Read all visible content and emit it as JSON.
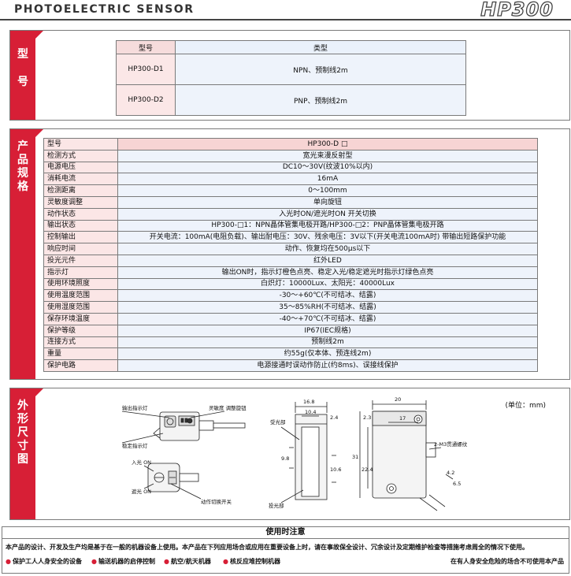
{
  "header": {
    "brand": "PHOTOELECTRIC SENSOR",
    "model": "HP300"
  },
  "sections": {
    "type": {
      "tab": [
        "型",
        "号"
      ]
    },
    "spec": {
      "tab": [
        "产",
        "品",
        "规",
        "格"
      ]
    },
    "dims": {
      "tab": [
        "外",
        "形",
        "尺",
        "寸",
        "图"
      ]
    }
  },
  "type_table": {
    "headers": [
      "型号",
      "类型"
    ],
    "rows": [
      [
        "HP300-D1",
        "NPN、预制线2m"
      ],
      [
        "HP300-D2",
        "PNP、预制线2m"
      ]
    ]
  },
  "spec_table": [
    [
      "型号",
      "HP300-D □"
    ],
    [
      "检测方式",
      "宽光束漫反射型"
    ],
    [
      "电源电压",
      "DC10～30V(纹波10%以内)"
    ],
    [
      "消耗电流",
      "16mA"
    ],
    [
      "检测距离",
      "0～100mm"
    ],
    [
      "灵敏度调整",
      "单向旋钮"
    ],
    [
      "动作状态",
      "入光时ON/遮光时ON 开关切换"
    ],
    [
      "输出状态",
      "HP300-□1：NPN晶体管集电极开路/HP300-□2：PNP晶体管集电极开路"
    ],
    [
      "控制输出",
      "开关电流：100mA(电阻负载)、输出耐电压：30V、残余电压：3V以下(开关电流100mA时) 带输出短路保护功能"
    ],
    [
      "响应时间",
      "动作、恢复均在500μs以下"
    ],
    [
      "投光元件",
      "红外LED"
    ],
    [
      "指示灯",
      "输出ON时，指示灯橙色点亮、稳定入光/稳定遮光时指示灯绿色点亮"
    ],
    [
      "使用环境照度",
      "白炽灯：10000Lux、太阳光：40000Lux"
    ],
    [
      "使用温度范围",
      "-30～+60℃(不可结冰、结露)"
    ],
    [
      "使用湿度范围",
      "35～85%RH(不可结冰、结露)"
    ],
    [
      "保存环境温度",
      "-40～+70℃(不可结冰、结露)"
    ],
    [
      "保护等级",
      "IP67(IEC规格)"
    ],
    [
      "连接方式",
      "预制线2m"
    ],
    [
      "重量",
      "约55g(仅本体、预连线2m)"
    ],
    [
      "保护电路",
      "电源接通时误动作防止(约8ms)、误接线保护"
    ]
  ],
  "dims": {
    "unit": "(单位：mm)",
    "labels": {
      "output_led": "输出指示灯",
      "sens_knob": "灵敏度 调整旋钮",
      "stable_led": "稳定指示灯",
      "light_on": "入光 ON",
      "dark_on": "遮光 ON",
      "mode_switch": "动作切换开关",
      "receiver": "受光部",
      "emitter": "投光部",
      "hole": "2-M3贯通螺纹"
    },
    "numbers": {
      "d16_8": "16.8",
      "d10_4": "10.4",
      "d2_4": "2.4",
      "d2_3": "2.3",
      "d9_8": "9.8",
      "d10_6": "10.6",
      "d20": "20",
      "d17": "17",
      "d31": "31",
      "d22_4": "22.4",
      "d4_2": "4.2",
      "d6_5": "6.5"
    }
  },
  "notes": {
    "title": "使用时注意",
    "paragraph": "本产品的设计、开发及生产均是基于在一般的机器设备上使用。本产品在下列应用场合或应用在重要设备上时，请在事故保全设计、冗余设计及定期维护检查等措施考虑周全的情况下使用。",
    "bullets": [
      "保护工人人身安全的设备",
      "输送机器的启停控制",
      "航空/航天机器",
      "核反应堆控制机器"
    ],
    "right": "在有人身安全危险的场合不可使用本产品"
  }
}
